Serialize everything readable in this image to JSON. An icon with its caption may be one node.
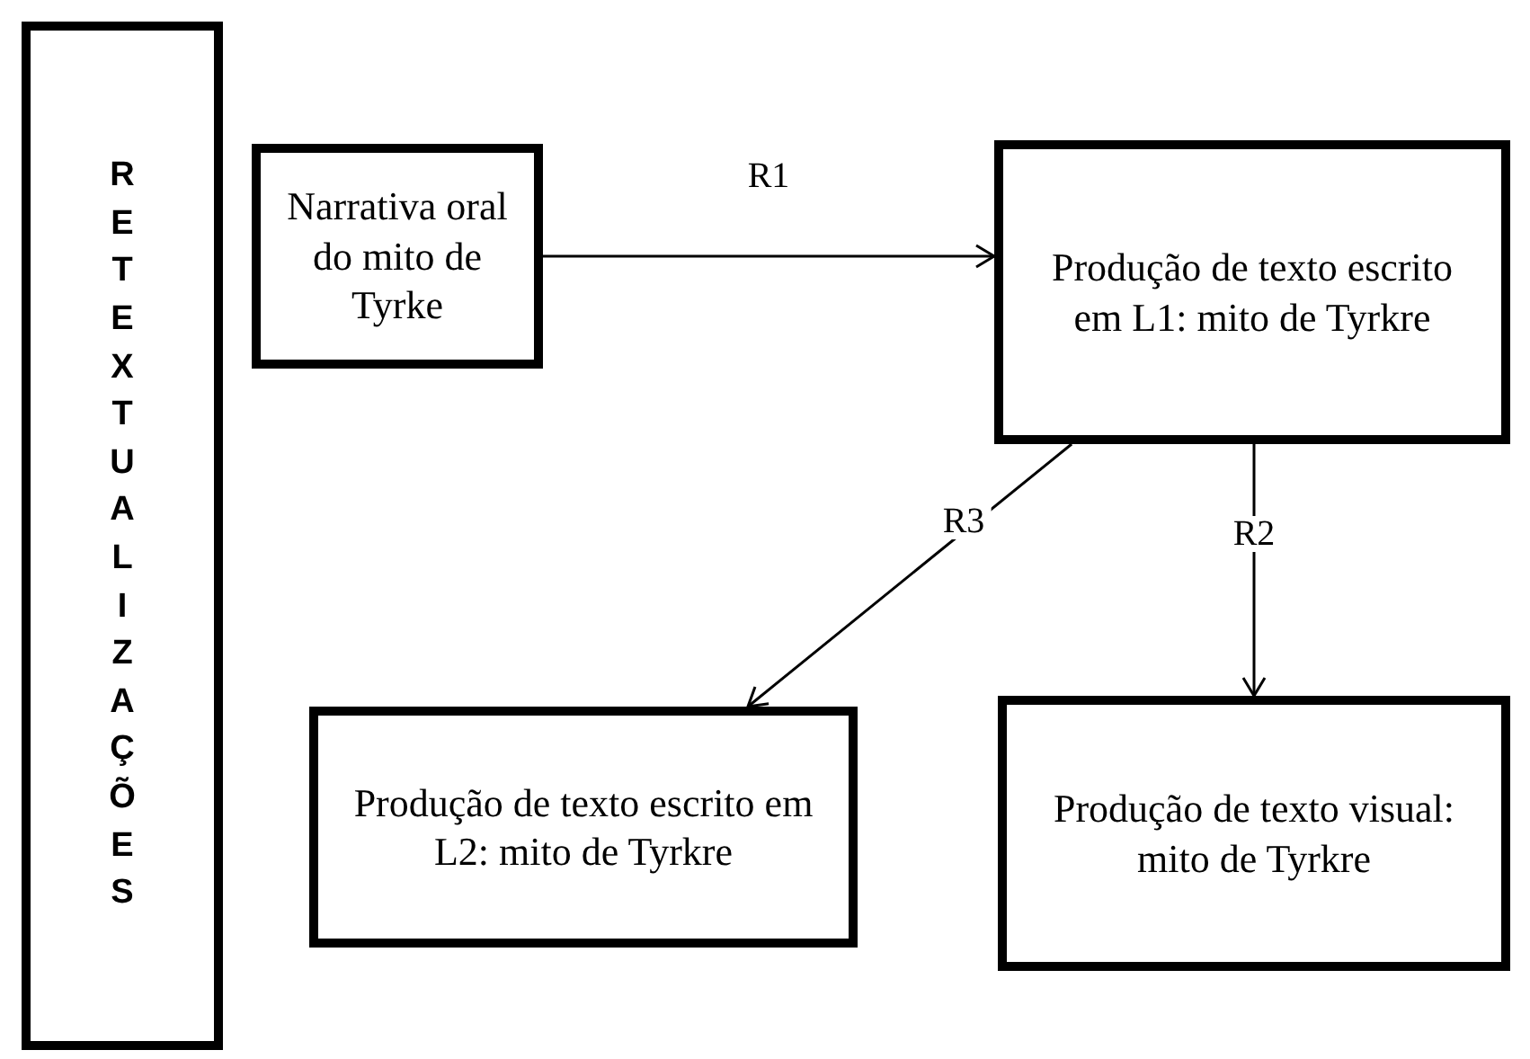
{
  "diagram": {
    "nodes": [
      {
        "text": [
          "RETEXTUALIZAÇÕES"
        ]
      },
      {
        "text": [
          "Narrativa oral do mito de Tyrke"
        ]
      },
      {
        "text": [
          "Produção de texto escrito em L1: mito de Tyrkre"
        ]
      },
      {
        "text": [
          "Produção de texto escrito em L2: mito de Tyrkre"
        ]
      },
      {
        "text": [
          "Produção de texto visual: mito de Tyrkre"
        ]
      }
    ],
    "edges": [
      {
        "from": 1,
        "to": 2,
        "arrow": "to",
        "label": "R1"
      },
      {
        "from": 2,
        "to": 3,
        "arrow": "to",
        "label": "R3"
      },
      {
        "from": 2,
        "to": 4,
        "arrow": "to",
        "label": "R2"
      }
    ]
  }
}
